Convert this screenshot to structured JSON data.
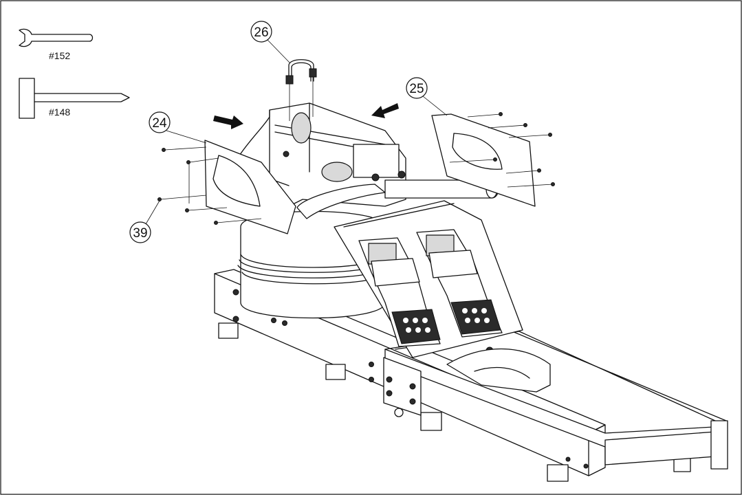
{
  "tools": [
    {
      "name": "wrench",
      "label": "#152"
    },
    {
      "name": "screwdriver",
      "label": "#148"
    }
  ],
  "part_callouts": [
    {
      "number": "26",
      "part": "handle-bar-hook"
    },
    {
      "number": "25",
      "part": "right-side-cover"
    },
    {
      "number": "24",
      "part": "left-side-cover"
    },
    {
      "number": "39",
      "part": "screws"
    }
  ],
  "arrows": [
    "left-insert-arrow",
    "right-insert-arrow"
  ],
  "colors": {
    "line": "#111111",
    "background": "#ffffff",
    "shade": "#d9d9d9"
  }
}
